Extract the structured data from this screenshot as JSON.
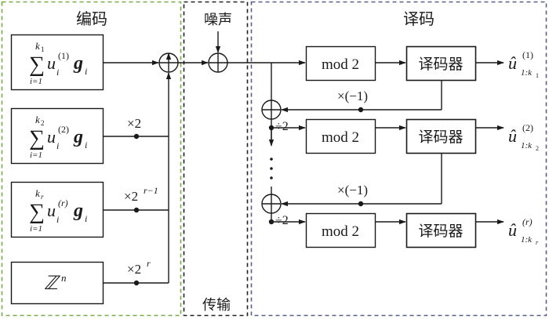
{
  "regions": {
    "encoder": {
      "title": "编码",
      "border_color": "#7aa84a"
    },
    "transmission": {
      "title": "传输",
      "noise_label": "噪声",
      "border_color": "#222222"
    },
    "decoder": {
      "title": "译码",
      "border_color": "#5a5f85"
    }
  },
  "encoder_blocks": [
    {
      "sum_upper": "k",
      "sum_upper_sub": "1",
      "sum_lower": "i=1",
      "u": "u",
      "u_sub": "i",
      "u_sup": "(1)",
      "g": "g",
      "g_sub": "i",
      "multiplier": ""
    },
    {
      "sum_upper": "k",
      "sum_upper_sub": "2",
      "sum_lower": "i=1",
      "u": "u",
      "u_sub": "i",
      "u_sup": "(2)",
      "g": "g",
      "g_sub": "i",
      "multiplier": "×2",
      "mult_exp": ""
    },
    {
      "sum_upper": "k",
      "sum_upper_sub": "r",
      "sum_lower": "i=1",
      "u": "u",
      "u_sub": "i",
      "u_sup": "(r)",
      "g": "g",
      "g_sub": "i",
      "multiplier": "×2",
      "mult_exp": "r−1"
    }
  ],
  "lattice_block": {
    "symbol": "ℤ",
    "exp": "n",
    "multiplier": "×2",
    "mult_exp": "r"
  },
  "sum_symbol": "∑",
  "decoder_rows": [
    {
      "mod_label": "mod 2",
      "decoder_label": "译码器",
      "out_u": "û",
      "out_sup": "(1)",
      "out_sub": "1:k",
      "out_sub2": "1"
    },
    {
      "mod_label": "mod 2",
      "decoder_label": "译码器",
      "out_u": "û",
      "out_sup": "(2)",
      "out_sub": "1:k",
      "out_sub2": "2",
      "div_label": "÷2"
    },
    {
      "mod_label": "mod 2",
      "decoder_label": "译码器",
      "out_u": "û",
      "out_sup": "(r)",
      "out_sub": "1:k",
      "out_sub2": "r",
      "div_label": "÷2"
    }
  ],
  "feedback_labels": [
    "×(−1)",
    "×(−1)"
  ],
  "ellipsis": "⋮"
}
